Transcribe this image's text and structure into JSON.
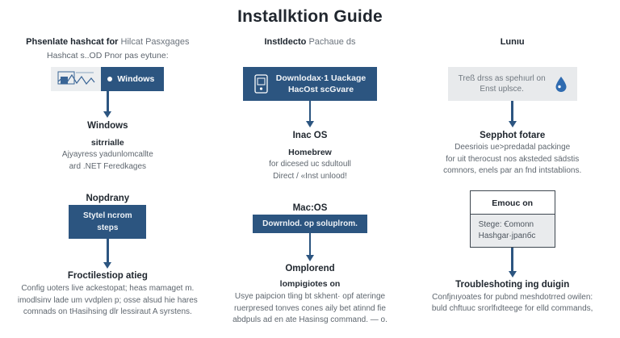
{
  "title": "Installktion Guide",
  "theme": {
    "navy": "#2c5580",
    "gray_panel": "#e8eaec",
    "text_dark": "#1f262e",
    "text_muted": "#5f676f",
    "outline": "#3e4750"
  },
  "columns": [
    {
      "id": "windows",
      "header": {
        "line1_strong": "Phsenlate hashcat for ",
        "line1_weak": "Hilcat Pasxgages",
        "line2": "Hashcat s..OD Pnor pas eytune:"
      },
      "node": {
        "type": "split-box",
        "icon": "chart-sketch-icon",
        "label": "Windows"
      },
      "section": {
        "title": "Windows",
        "subtitle": "sitrrialle",
        "body": [
          "Ajyayress yadunlomcallte",
          "ard .NET Feredkages"
        ]
      },
      "mid_title": "Nopdrany",
      "mid_node": {
        "type": "step-box",
        "lines": [
          "Stytel ncrom",
          "steps"
        ]
      },
      "footer": {
        "title": "Froctilestiop atieg",
        "body": [
          "Config uoters live ackestopat; heas mamaget m.",
          "imodlsinv lade um vvdplen p; osse alsud hie hares",
          "comnads on tHasihsing dlr lessiraut A syrstens."
        ]
      }
    },
    {
      "id": "macos",
      "header": {
        "line1_strong": "Instldecto ",
        "line1_weak": "Pachaue ds",
        "line2": ""
      },
      "node": {
        "type": "navy-box",
        "icon": "device-icon",
        "lines": [
          "Downlodax·1 Uackage",
          "HacOst scGvare"
        ]
      },
      "section": {
        "title": "Inac OS",
        "subtitle": "Homebrew",
        "body": [
          "for dicesed uc sdultoull",
          "Direct / «Inst unlood!"
        ]
      },
      "mid_title": "Mac:OS",
      "mid_node": {
        "type": "thin-box",
        "lines": [
          "Dowrnlod. op soluplrom."
        ]
      },
      "footer": {
        "title": "Omplorend",
        "subtitle": "lompigiotes on",
        "body": [
          "Usye paipcion tling bt skhent· opf ateringe",
          "ruerpresed tonves cones aily bet atinnd fie",
          "abdpuls ad en ate Hasinsg command. — o."
        ]
      }
    },
    {
      "id": "linux",
      "header": {
        "line1_strong": "Lunıu",
        "line1_weak": "",
        "line2": ""
      },
      "node": {
        "type": "gray-box",
        "icon": "water-droplet-icon",
        "lines": [
          "Treß drss as spehıurl on",
          "Enst uplsce."
        ]
      },
      "section": {
        "title": "Sepphot fotare",
        "subtitle": "",
        "body": [
          "Deesriois ue>predadal packinge",
          "for uit therocust nos aksteded sädstis",
          "comnors, enels par an fnd intstablions."
        ]
      },
      "mid_title": "",
      "mid_node": {
        "type": "outline-box",
        "head": "Emouc on",
        "lines": [
          "Stege: Ꞓomonn",
          "Hashgar·jpanбc"
        ]
      },
      "footer": {
        "title": "Troubleshoting ing duigin",
        "body": [
          "Confjnıyoates for pubnd meshdotrred owilen:",
          "buld chftuuc srorlfıdteege for elld commands,"
        ]
      }
    }
  ]
}
